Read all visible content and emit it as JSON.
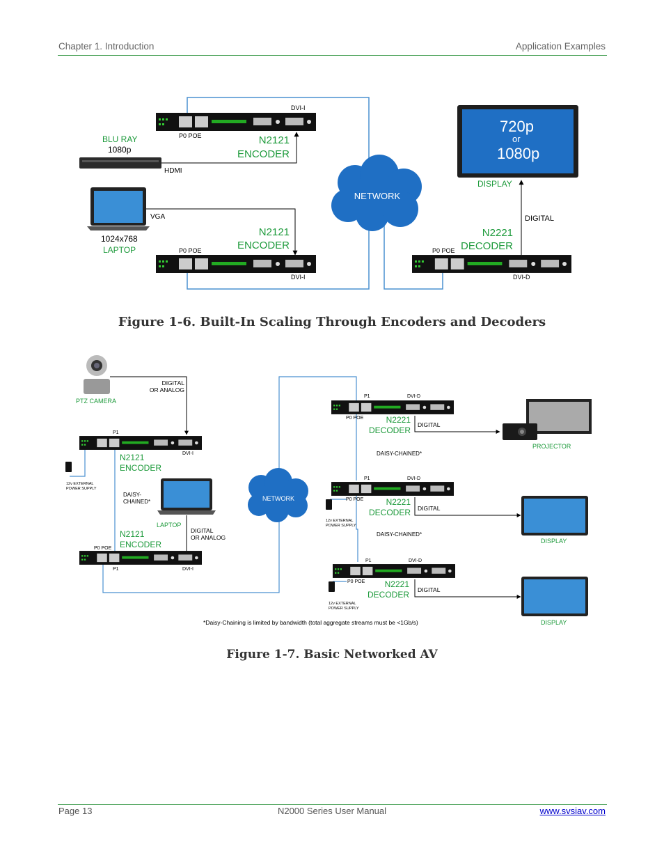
{
  "header": {
    "chapter": "Chapter 1. Introduction",
    "section": "Application Examples"
  },
  "footer": {
    "page": "Page 13",
    "manual": "N2000 Series User Manual",
    "website": "www.svsiav.com"
  },
  "colors": {
    "green_label": "#1d9a3b",
    "line_blue": "#4a90d0",
    "network_blue": "#1f6fc4",
    "rule_green": "#3a9a4a"
  },
  "figure6": {
    "caption": "Figure 1-6. Built-In Scaling Through Encoders and Decoders",
    "bluray_label": "BLU RAY",
    "bluray_res": "1080p",
    "hdmi": "HDMI",
    "laptop_res": "1024x768",
    "laptop_label": "LAPTOP",
    "vga": "VGA",
    "enc1_dvi": "DVI-I",
    "enc1_poe": "P0 POE",
    "enc1_model": "N2121",
    "enc1_type": "ENCODER",
    "enc2_dvi": "DVI-I",
    "enc2_poe": "P0 POE",
    "enc2_model": "N2121",
    "enc2_type": "ENCODER",
    "network": "NETWORK",
    "display_720": "720p",
    "display_or": "or",
    "display_1080": "1080p",
    "display_label": "DISPLAY",
    "digital": "DIGITAL",
    "dec_poe": "P0 POE",
    "dec_model": "N2221",
    "dec_type": "DECODER",
    "dec_dvi": "DVI-D"
  },
  "figure7": {
    "caption": "Figure 1-7. Basic Networked AV",
    "camera_label": "PTZ CAMERA",
    "cam_signal_1": "DIGITAL",
    "cam_signal_2": "OR ANALOG",
    "enc1_p1": "P1",
    "enc1_dvi": "DVI-I",
    "enc1_model": "N2121",
    "enc1_type": "ENCODER",
    "power_1": "12v EXTERNAL",
    "power_2": "POWER SUPPLY",
    "daisy_1": "DAISY-",
    "daisy_2": "CHAINED*",
    "laptop_label": "LAPTOP",
    "lap_signal_1": "DIGITAL",
    "lap_signal_2": "OR ANALOG",
    "enc2_model": "N2121",
    "enc2_type": "ENCODER",
    "enc2_poe": "P0 POE",
    "enc2_p1": "P1",
    "enc2_dvi": "DVI-I",
    "network": "NETWORK",
    "dec1_p1": "P1",
    "dec1_dvi": "DVI-D",
    "dec1_poe": "P0 POE",
    "dec1_model": "N2221",
    "dec1_type": "DECODER",
    "dec1_out": "DIGITAL",
    "projector_label": "PROJECTOR",
    "daisy_chained_a": "DAISY-CHAINED*",
    "dec2_p1": "P1",
    "dec2_dvi": "DVI-D",
    "dec2_poe": "P0 POE",
    "dec2_model": "N2221",
    "dec2_type": "DECODER",
    "dec2_out": "DIGITAL",
    "dec2_power_1": "12v EXTERNAL",
    "dec2_power_2": "POWER SUPPLY",
    "display2_label": "DISPLAY",
    "daisy_chained_b": "DAISY-CHAINED*",
    "dec3_p1": "P1",
    "dec3_dvi": "DVI-D",
    "dec3_poe": "P0 POE",
    "dec3_model": "N2221",
    "dec3_type": "DECODER",
    "dec3_out": "DIGITAL",
    "dec3_power_1": "12v EXTERNAL",
    "dec3_power_2": "POWER SUPPLY",
    "display3_label": "DISPLAY",
    "note": "*Daisy-Chaining is limited by bandwidth (total aggregate streams must be <1Gb/s)"
  }
}
